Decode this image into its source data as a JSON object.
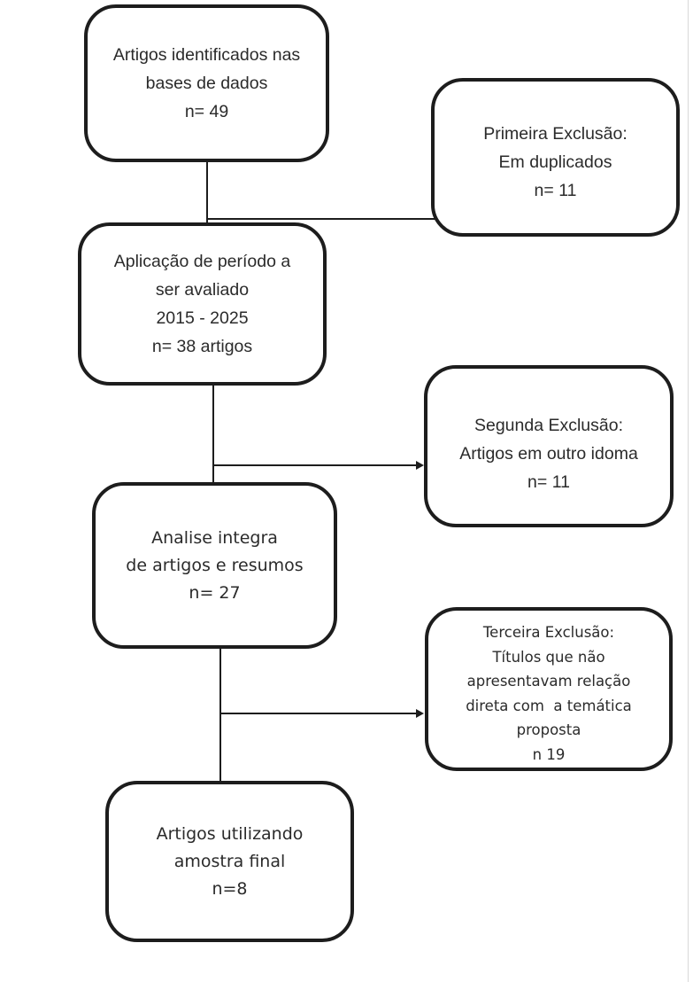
{
  "diagram": {
    "type": "flowchart",
    "language": "pt-BR",
    "colors": {
      "background": "#ffffff",
      "box_border": "#1d1d1d",
      "text": "#2b2b2b",
      "connector": "#1d1d1d",
      "page_edge_line": "#d9d9d9"
    },
    "boxes": {
      "identified": {
        "lines": [
          "Artigos identificados nas",
          "bases de dados",
          "n= 49"
        ]
      },
      "first_exclusion": {
        "lines": [
          "Primeira Exclusão:",
          "Em duplicados",
          "n= 11"
        ]
      },
      "period": {
        "lines": [
          "Aplicação de período a",
          "ser avaliado",
          "2015 - 2025",
          "n= 38 artigos"
        ]
      },
      "second_exclusion": {
        "lines": [
          "Segunda Exclusão:",
          "Artigos em outro idoma",
          "n= 11"
        ]
      },
      "analysis": {
        "lines": [
          "Analise integra",
          "de artigos e resumos",
          "n= 27"
        ]
      },
      "third_exclusion": {
        "lines": [
          "Terceira Exclusão:",
          "Títulos que não",
          "apresentavam relação",
          "direta com  a temática",
          "proposta",
          "n 19"
        ]
      },
      "final": {
        "lines": [
          "Artigos utilizando",
          "amostra final",
          "n=8"
        ]
      }
    }
  }
}
